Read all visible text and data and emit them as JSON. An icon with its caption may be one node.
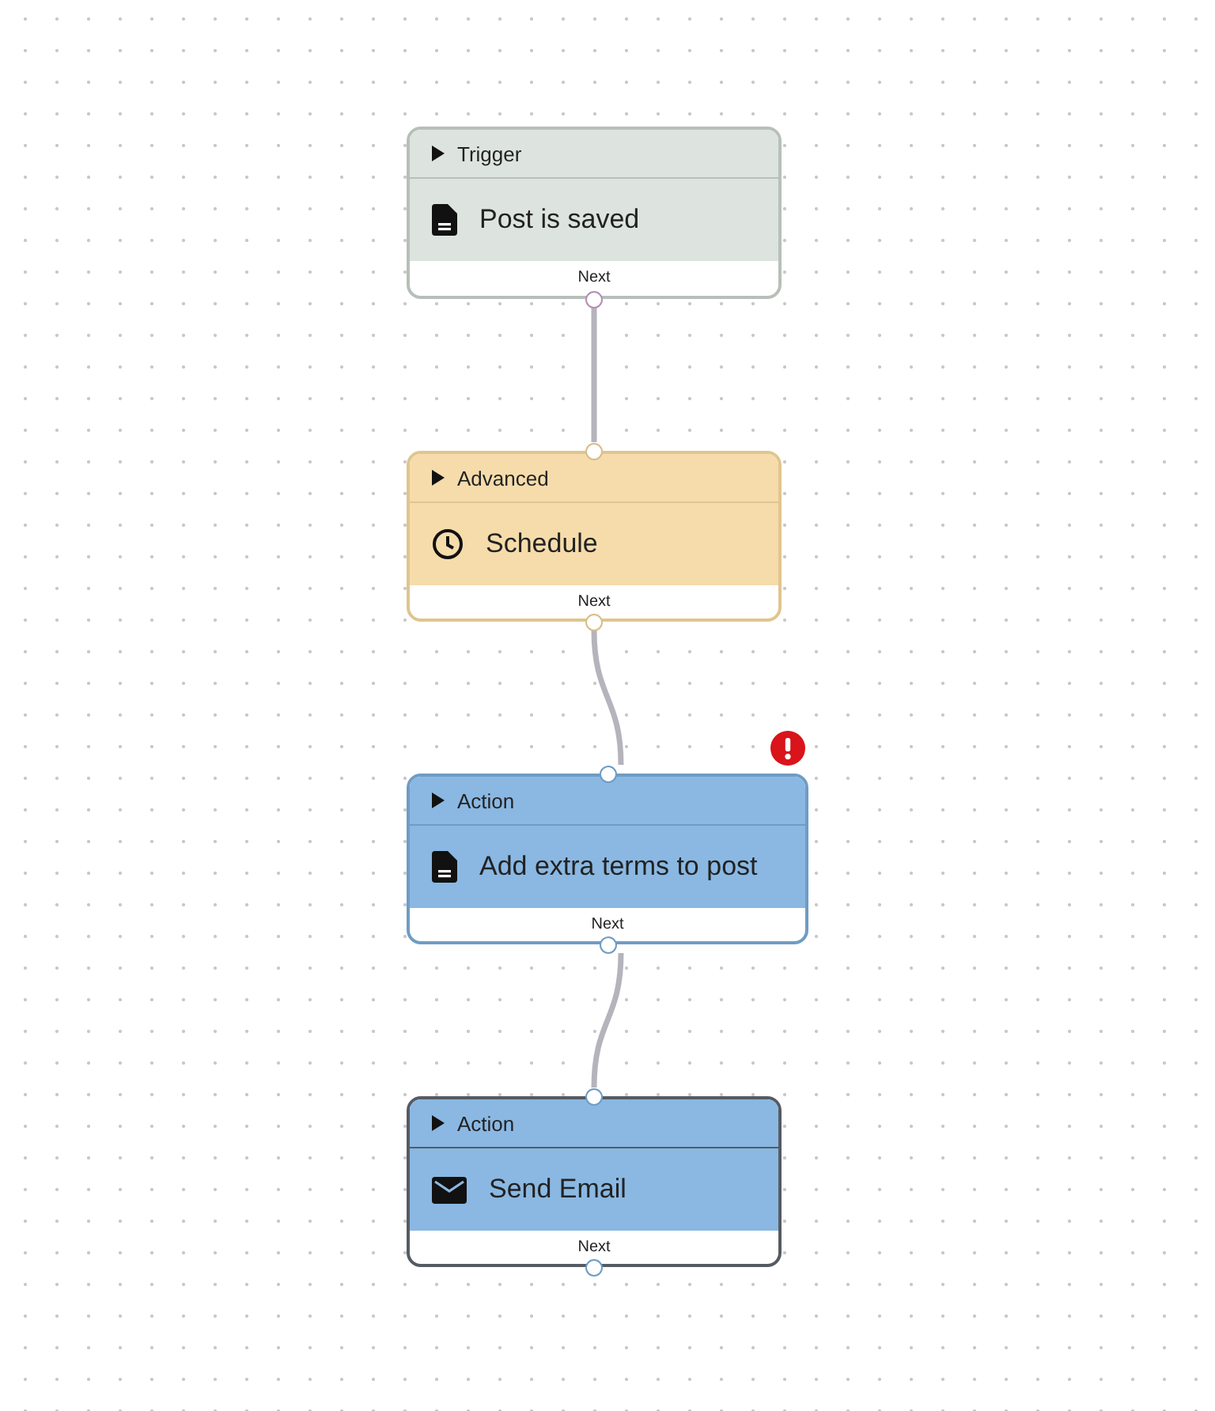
{
  "diagram": {
    "nodes": [
      {
        "text": [
          "Trigger",
          "Post is saved",
          "Next"
        ]
      },
      {
        "text": [
          "Advanced",
          "Schedule",
          "Next"
        ]
      },
      {
        "text": [
          "Action",
          "Add extra terms to post",
          "Next"
        ]
      },
      {
        "text": [
          "Action",
          "Send Email",
          "Next"
        ]
      }
    ],
    "edges": [
      {
        "from": 0,
        "to": 1,
        "arrow": "none"
      },
      {
        "from": 1,
        "to": 2,
        "arrow": "none"
      },
      {
        "from": 2,
        "to": 3,
        "arrow": "none"
      }
    ]
  }
}
